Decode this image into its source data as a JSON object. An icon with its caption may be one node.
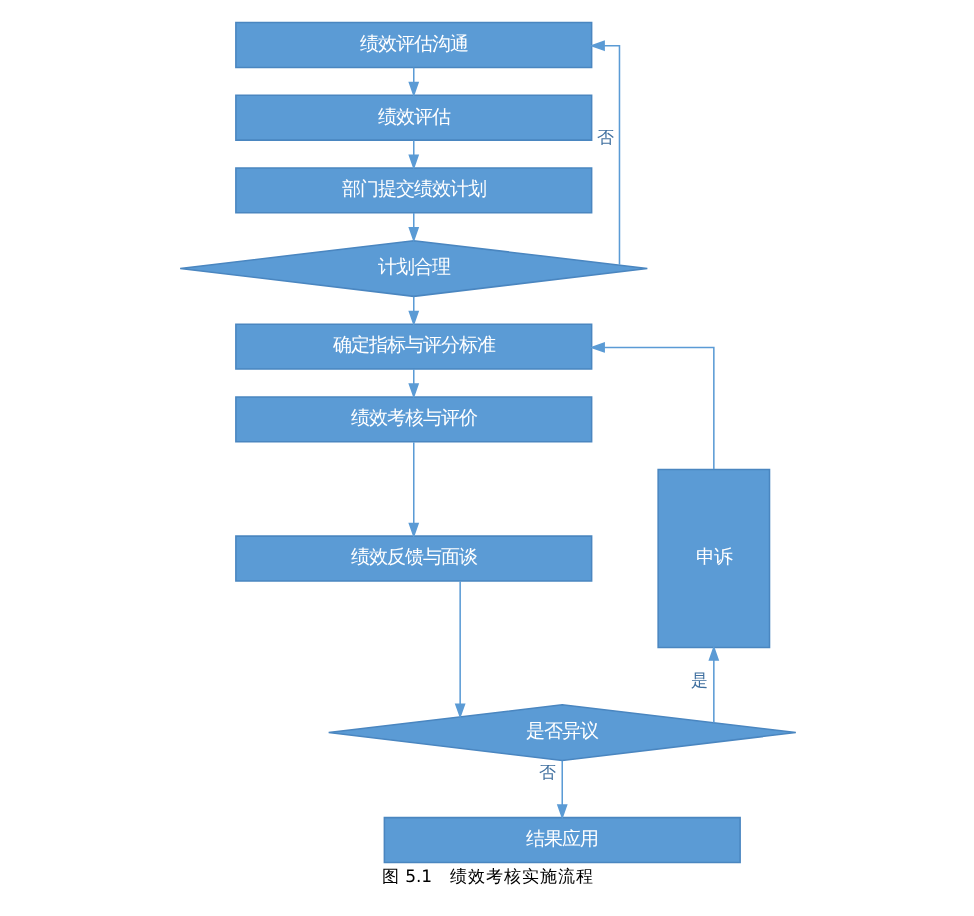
{
  "diagram": {
    "caption": "图 5.1　绩效考核实施流程",
    "nodes": [
      {
        "text": [
          "绩效评估沟通"
        ]
      },
      {
        "text": [
          "绩效评估"
        ]
      },
      {
        "text": [
          "部门提交绩效计划"
        ]
      },
      {
        "text": [
          "计划合理"
        ]
      },
      {
        "text": [
          "确定指标与评分标准"
        ]
      },
      {
        "text": [
          "绩效考核与评价"
        ]
      },
      {
        "text": [
          "绩效反馈与面谈"
        ]
      },
      {
        "text": [
          "是否异议"
        ]
      },
      {
        "text": [
          "结果应用"
        ]
      },
      {
        "text": [
          "申诉"
        ]
      }
    ],
    "edges": [
      {
        "from": 0,
        "to": 1,
        "arrow": "to"
      },
      {
        "from": 1,
        "to": 2,
        "arrow": "to"
      },
      {
        "from": 2,
        "to": 3,
        "arrow": "to"
      },
      {
        "from": 3,
        "to": 4,
        "arrow": "to"
      },
      {
        "from": 3,
        "to": 0,
        "arrow": "to",
        "label": "否"
      },
      {
        "from": 4,
        "to": 5,
        "arrow": "to"
      },
      {
        "from": 5,
        "to": 6,
        "arrow": "to"
      },
      {
        "from": 6,
        "to": 7,
        "arrow": "to"
      },
      {
        "from": 7,
        "to": 8,
        "arrow": "to",
        "label": "否"
      },
      {
        "from": 7,
        "to": 9,
        "arrow": "to",
        "label": "是"
      },
      {
        "from": 9,
        "to": 4,
        "arrow": "to"
      }
    ]
  }
}
